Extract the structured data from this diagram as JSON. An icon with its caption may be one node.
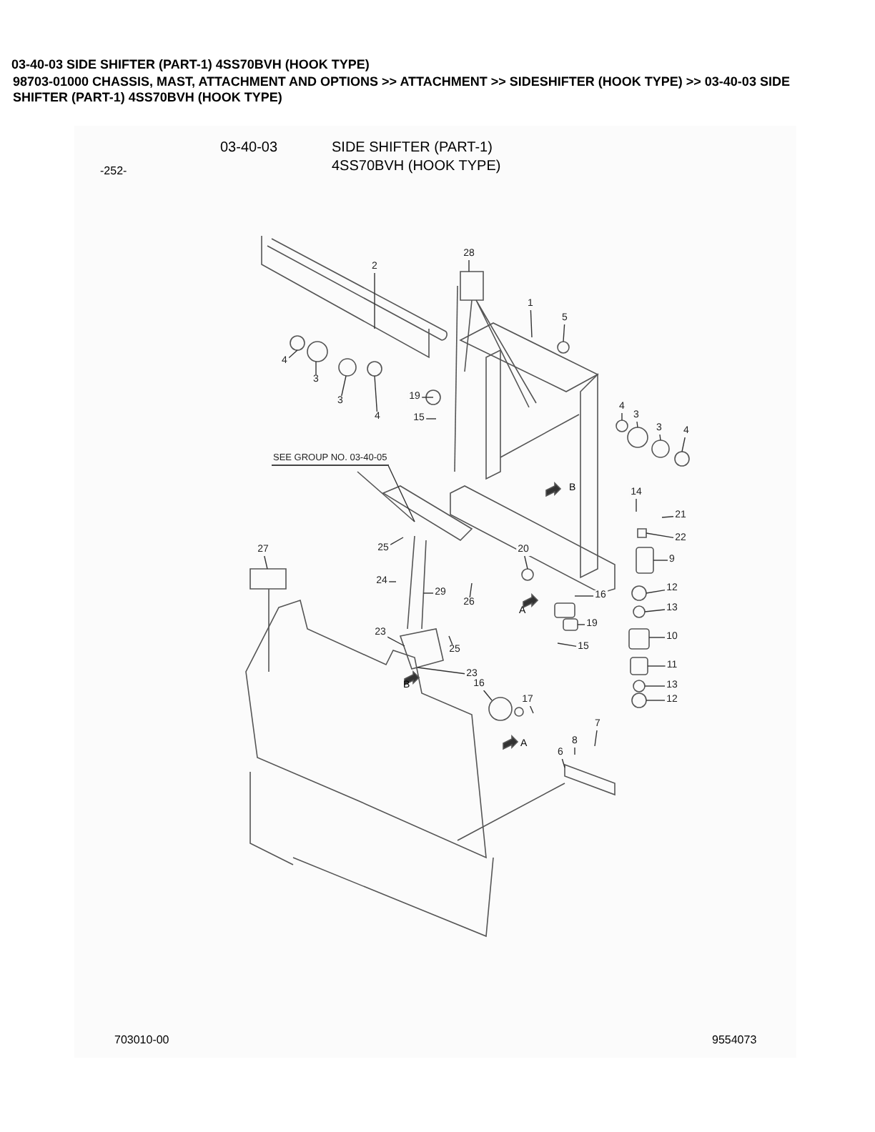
{
  "diagram": {
    "title": "03-40-03 SIDE SHIFTER (PART-1) 4SS70BVH (HOOK TYPE)",
    "nodes": [
      {
        "text": [
          "2"
        ]
      },
      {
        "text": [
          "28"
        ]
      },
      {
        "text": [
          "1"
        ]
      },
      {
        "text": [
          "5"
        ]
      },
      {
        "text": [
          "4"
        ]
      },
      {
        "text": [
          "3"
        ]
      },
      {
        "text": [
          "3"
        ]
      },
      {
        "text": [
          "4"
        ]
      },
      {
        "text": [
          "19"
        ]
      },
      {
        "text": [
          "15"
        ]
      },
      {
        "text": [
          "4"
        ]
      },
      {
        "text": [
          "3"
        ]
      },
      {
        "text": [
          "3"
        ]
      },
      {
        "text": [
          "4"
        ]
      },
      {
        "text": [
          "SEE GROUP NO. 03-40-05"
        ]
      },
      {
        "text": [
          "14"
        ]
      },
      {
        "text": [
          "21"
        ]
      },
      {
        "text": [
          "22"
        ]
      },
      {
        "text": [
          "9"
        ]
      },
      {
        "text": [
          "25"
        ]
      },
      {
        "text": [
          "27"
        ]
      },
      {
        "text": [
          "20"
        ]
      },
      {
        "text": [
          "24"
        ]
      },
      {
        "text": [
          "29"
        ]
      },
      {
        "text": [
          "26"
        ]
      },
      {
        "text": [
          "16"
        ]
      },
      {
        "text": [
          "19"
        ]
      },
      {
        "text": [
          "15"
        ]
      },
      {
        "text": [
          "12"
        ]
      },
      {
        "text": [
          "13"
        ]
      },
      {
        "text": [
          "10"
        ]
      },
      {
        "text": [
          "11"
        ]
      },
      {
        "text": [
          "13"
        ]
      },
      {
        "text": [
          "12"
        ]
      },
      {
        "text": [
          "23"
        ]
      },
      {
        "text": [
          "25"
        ]
      },
      {
        "text": [
          "23"
        ]
      },
      {
        "text": [
          "16"
        ]
      },
      {
        "text": [
          "17"
        ]
      },
      {
        "text": [
          "7"
        ]
      },
      {
        "text": [
          "8"
        ]
      },
      {
        "text": [
          "6"
        ]
      }
    ],
    "edges": [
      {
        "from": 0,
        "to": null,
        "arrow": "none"
      },
      {
        "from": 1,
        "to": null,
        "arrow": "none"
      },
      {
        "from": 2,
        "to": null,
        "arrow": "none"
      },
      {
        "from": 3,
        "to": null,
        "arrow": "none"
      },
      {
        "from": 4,
        "to": null,
        "arrow": "none"
      },
      {
        "from": 5,
        "to": null,
        "arrow": "none"
      },
      {
        "from": 6,
        "to": null,
        "arrow": "none"
      },
      {
        "from": 7,
        "to": null,
        "arrow": "none"
      },
      {
        "from": 8,
        "to": null,
        "arrow": "none"
      },
      {
        "from": 9,
        "to": null,
        "arrow": "none"
      },
      {
        "from": 10,
        "to": null,
        "arrow": "none"
      },
      {
        "from": 11,
        "to": null,
        "arrow": "none"
      },
      {
        "from": 12,
        "to": null,
        "arrow": "none"
      },
      {
        "from": 13,
        "to": null,
        "arrow": "none"
      },
      {
        "from": 14,
        "to": null,
        "arrow": "none"
      },
      {
        "from": 15,
        "to": null,
        "arrow": "none"
      },
      {
        "from": 16,
        "to": null,
        "arrow": "none"
      },
      {
        "from": 17,
        "to": null,
        "arrow": "none"
      },
      {
        "from": 18,
        "to": null,
        "arrow": "none"
      },
      {
        "from": 19,
        "to": null,
        "arrow": "none"
      },
      {
        "from": 20,
        "to": null,
        "arrow": "none"
      },
      {
        "from": 21,
        "to": null,
        "arrow": "none"
      },
      {
        "from": 22,
        "to": null,
        "arrow": "none"
      },
      {
        "from": 23,
        "to": null,
        "arrow": "none"
      },
      {
        "from": 24,
        "to": null,
        "arrow": "none"
      },
      {
        "from": 25,
        "to": null,
        "arrow": "none"
      },
      {
        "from": 26,
        "to": null,
        "arrow": "none"
      },
      {
        "from": 27,
        "to": null,
        "arrow": "none"
      },
      {
        "from": 28,
        "to": null,
        "arrow": "none"
      },
      {
        "from": 29,
        "to": null,
        "arrow": "none"
      },
      {
        "from": 30,
        "to": null,
        "arrow": "none"
      },
      {
        "from": 31,
        "to": null,
        "arrow": "none"
      },
      {
        "from": 32,
        "to": null,
        "arrow": "none"
      },
      {
        "from": 33,
        "to": null,
        "arrow": "none"
      },
      {
        "from": 34,
        "to": null,
        "arrow": "none"
      },
      {
        "from": 35,
        "to": null,
        "arrow": "none"
      },
      {
        "from": 36,
        "to": null,
        "arrow": "none"
      },
      {
        "from": 37,
        "to": null,
        "arrow": "none"
      },
      {
        "from": 38,
        "to": null,
        "arrow": "none"
      },
      {
        "from": 39,
        "to": null,
        "arrow": "none"
      },
      {
        "from": 40,
        "to": null,
        "arrow": "none"
      },
      {
        "from": 41,
        "to": null,
        "arrow": "none"
      }
    ],
    "labels": [
      "98703-01000 CHASSIS, MAST, ATTACHMENT AND OPTIONS >> ATTACHMENT >> SIDESHIFTER (HOOK TYPE) >> 03-40-03 SIDE SHIFTER (PART-1) 4SS70BVH (HOOK TYPE)",
      "03-40-03",
      "SIDE SHIFTER (PART-1)",
      "4SS70BVH (HOOK TYPE)",
      "-252-",
      "B",
      "A",
      "B",
      "A",
      "703010-00",
      "9554073"
    ]
  }
}
